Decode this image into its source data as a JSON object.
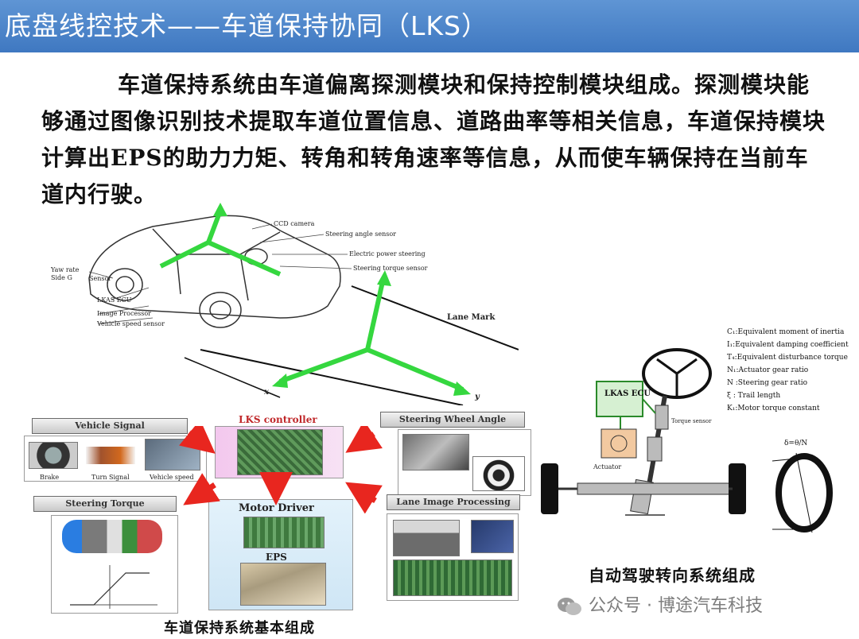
{
  "slide": {
    "title": "底盘线控技术——车道保持协同（LKS）",
    "intro": "车道保持系统由车道偏离探测模块和保持控制模块组成。探测模块能够通过图像识别技术提取车道位置信息、道路曲率等相关信息，车道保持模块计算出EPS的助力力矩、转角和转角速率等信息，从而使车辆保持在当前车道内行驶。"
  },
  "car_diagram": {
    "labels": {
      "ccd": "CCD camera",
      "steering_angle": "Steering angle sensor",
      "eps": "Electric power steering",
      "steering_torque": "Steering torque sensor",
      "yaw": "Yaw rate",
      "side": "Side G",
      "sensor": "Sensor",
      "lkas_ecu": "LKAS ECU",
      "image_processor": "Image Processor",
      "vehicle_speed": "Vehicle speed sensor",
      "lane_mark": "Lane Mark",
      "axis_x": "x",
      "axis_y": "y"
    }
  },
  "block_diagram": {
    "controller": "LKS controller",
    "vehicle_signal": "Vehicle Signal",
    "vs_items": [
      "Brake",
      "Turn Signal",
      "Vehicle speed"
    ],
    "steering_wheel_angle": "Steering Wheel Angle",
    "steering_torque": "Steering Torque",
    "motor_driver": "Motor Driver",
    "eps": "EPS",
    "lane_image": "Lane Image Processing",
    "caption": "车道保持系统基本组成",
    "arrow_color": "#e8261f"
  },
  "steering_diagram": {
    "legend": [
      "C₁:Equivalent moment of inertia",
      "I₁:Equivalent damping coefficient",
      "T₄:Equivalent disturbance torque",
      "N₁:Actuator gear ratio",
      "N  :Steering gear ratio",
      "ξ  : Trail length",
      "K₁:Motor torque constant"
    ],
    "ecu": "LKAS ECU",
    "actuator": "Actuator",
    "torque_sensor": "Torque sensor",
    "formula": "δ=θ/N",
    "caption": "自动驾驶转向系统组成"
  },
  "watermark": "公众号 · 博途汽车科技"
}
